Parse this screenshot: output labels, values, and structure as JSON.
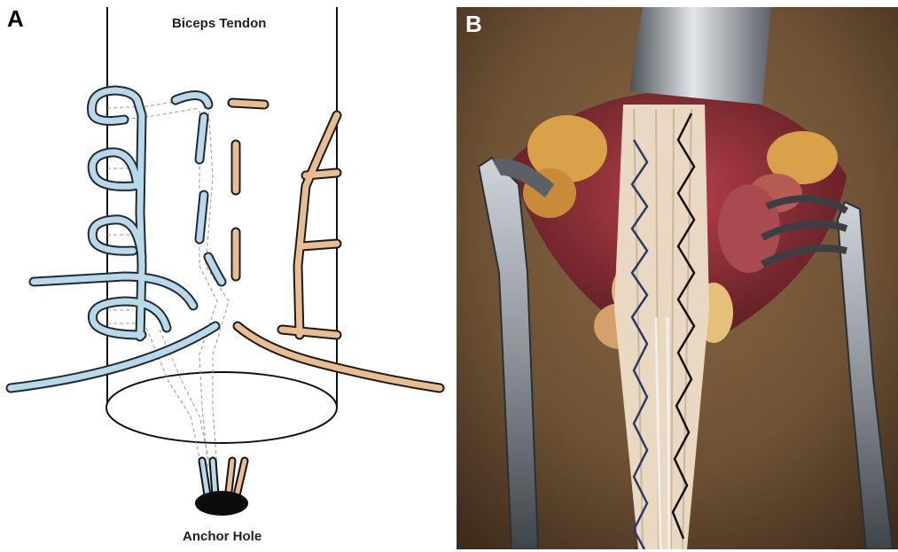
{
  "figure": {
    "panel_a": {
      "letter": "A",
      "tendon_label": "Biceps Tendon",
      "anchor_label": "Anchor Hole",
      "colors": {
        "left_suture": "#b9d9ea",
        "right_suture": "#e8bd93",
        "outline": "#111111"
      }
    },
    "panel_b": {
      "letter": "B",
      "description_tag": "surgical-photo"
    }
  }
}
